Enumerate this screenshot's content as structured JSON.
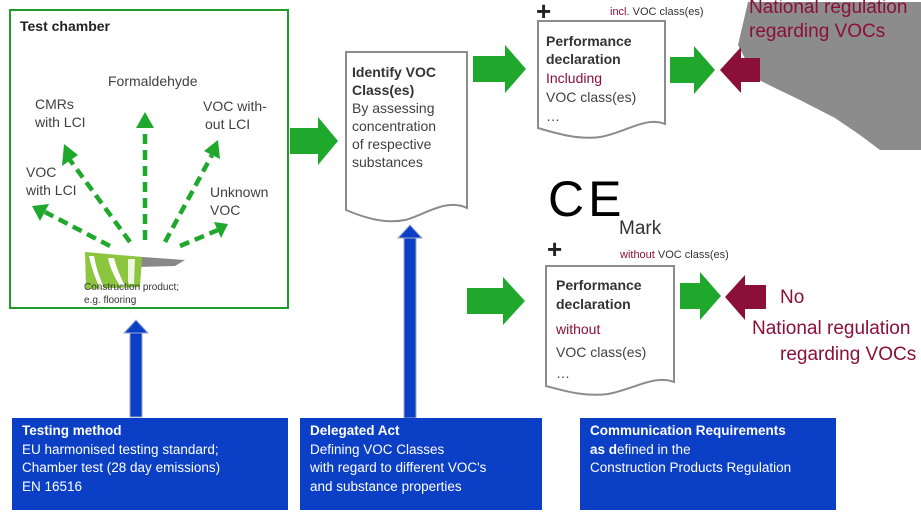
{
  "test_chamber": {
    "title": "Test chamber",
    "labels": {
      "formaldehyde": "Formaldehyde",
      "cmrs_1": "CMRs",
      "cmrs_2": "with LCI",
      "voc_without_1": "VOC with-",
      "voc_without_2": "out LCI",
      "voc_lci_1": "VOC",
      "voc_lci_2": "with LCI",
      "unknown_1": "Unknown",
      "unknown_2": "VOC"
    },
    "product_1": "Construction product;",
    "product_2": "e.g. flooring"
  },
  "identify": {
    "title_1": "Identify VOC",
    "title_2": "Class(es)",
    "lines": [
      "By assessing",
      "concentration",
      "of respective",
      "substances"
    ]
  },
  "top_declaration": {
    "plus": "+",
    "note_incl": "incl.",
    "note_rest": " VOC class(es)",
    "title_1": "Performance",
    "title_2": "declaration",
    "including": "Including",
    "voc": "VOC class(es)",
    "ellipsis": "…"
  },
  "national_top": {
    "line_1": "National regulation",
    "line_2": "regarding VOCs"
  },
  "ce_mark": {
    "symbol": "CE",
    "mark": "Mark",
    "plus": "+",
    "note_without": "without",
    "note_rest": " VOC class(es)"
  },
  "bottom_declaration": {
    "title_1": "Performance",
    "title_2": "declaration",
    "without": "without",
    "voc": "VOC class(es)",
    "ellipsis": "…"
  },
  "national_bottom": {
    "no": "No",
    "line_1": "National regulation",
    "line_2": "regarding VOCs"
  },
  "testing_method": {
    "title": "Testing method",
    "lines": [
      "EU harmonised testing standard;",
      "Chamber test (28 day emissions)",
      "EN 16516"
    ]
  },
  "delegated_act": {
    "title": "Delegated Act",
    "lines": [
      "Defining VOC Classes",
      "with regard to different VOC's",
      "and substance properties"
    ]
  },
  "communication": {
    "title_1": "Communication Requirements",
    "title_2a": "as d",
    "title_2b": "efined in the",
    "line_3": "Construction Products Regulation"
  },
  "colors": {
    "green": "#1f9c2a",
    "blue": "#0b3fc6",
    "red": "#8b1039",
    "gray": "#8c8c8c"
  }
}
